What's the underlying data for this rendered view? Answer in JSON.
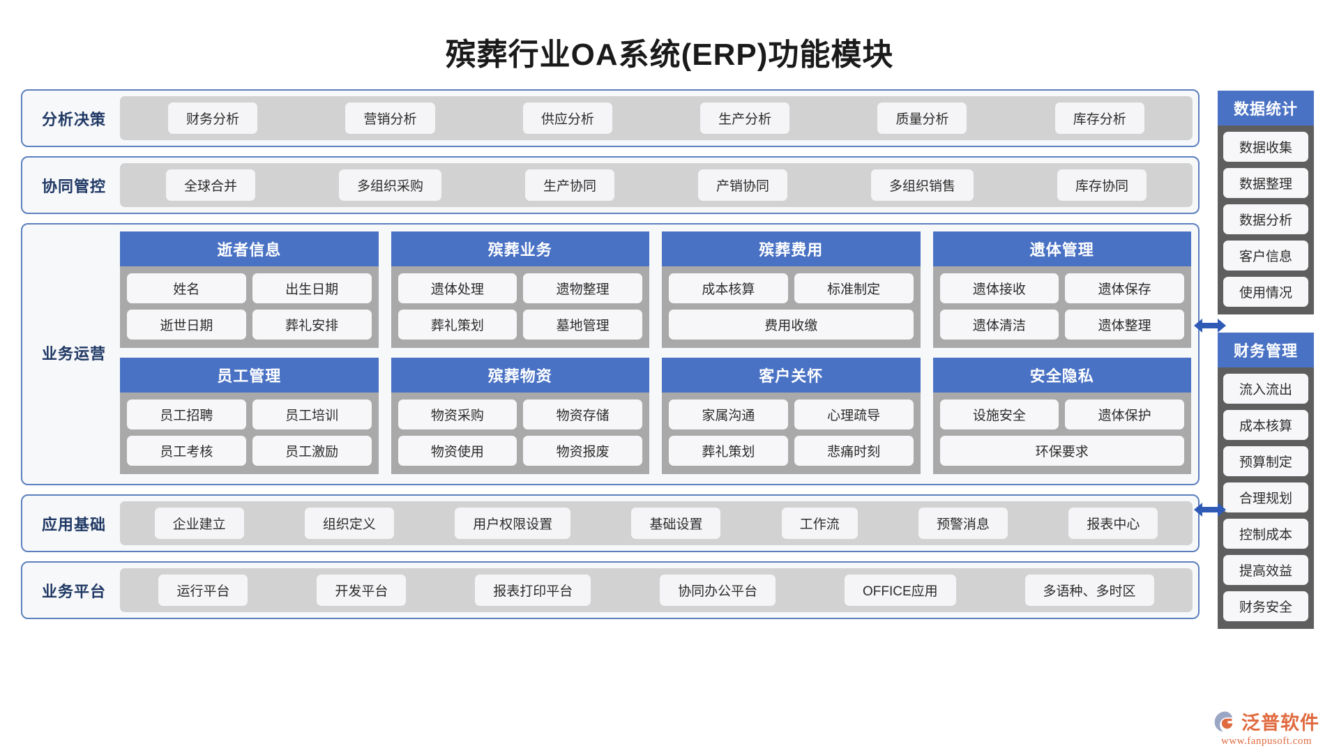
{
  "title": "殡葬行业OA系统(ERP)功能模块",
  "bands": [
    {
      "label": "分析决策",
      "items": [
        "财务分析",
        "营销分析",
        "供应分析",
        "生产分析",
        "质量分析",
        "库存分析"
      ]
    },
    {
      "label": "协同管控",
      "items": [
        "全球合并",
        "多组织采购",
        "生产协同",
        "产销协同",
        "多组织销售",
        "库存协同"
      ]
    }
  ],
  "business": {
    "label": "业务运营",
    "cards": [
      {
        "head": "逝者信息",
        "items": [
          "姓名",
          "出生日期",
          "逝世日期",
          "葬礼安排"
        ]
      },
      {
        "head": "殡葬业务",
        "items": [
          "遗体处理",
          "遗物整理",
          "葬礼策划",
          "墓地管理"
        ]
      },
      {
        "head": "殡葬费用",
        "items": [
          "成本核算",
          "标准制定",
          "费用收缴"
        ]
      },
      {
        "head": "遗体管理",
        "items": [
          "遗体接收",
          "遗体保存",
          "遗体清洁",
          "遗体整理"
        ]
      },
      {
        "head": "员工管理",
        "items": [
          "员工招聘",
          "员工培训",
          "员工考核",
          "员工激励"
        ]
      },
      {
        "head": "殡葬物资",
        "items": [
          "物资采购",
          "物资存储",
          "物资使用",
          "物资报废"
        ]
      },
      {
        "head": "客户关怀",
        "items": [
          "家属沟通",
          "心理疏导",
          "葬礼策划",
          "悲痛时刻"
        ]
      },
      {
        "head": "安全隐私",
        "items": [
          "设施安全",
          "遗体保护",
          "环保要求"
        ]
      }
    ]
  },
  "bottom_bands": [
    {
      "label": "应用基础",
      "items": [
        "企业建立",
        "组织定义",
        "用户权限设置",
        "基础设置",
        "工作流",
        "预警消息",
        "报表中心"
      ]
    },
    {
      "label": "业务平台",
      "items": [
        "运行平台",
        "开发平台",
        "报表打印平台",
        "协同办公平台",
        "OFFICE应用",
        "多语种、多时区"
      ]
    }
  ],
  "sidebar": {
    "panels": [
      {
        "head": "数据统计",
        "items": [
          "数据收集",
          "数据整理",
          "数据分析",
          "客户信息",
          "使用情况"
        ]
      },
      {
        "head": "财务管理",
        "items": [
          "流入流出",
          "成本核算",
          "预算制定",
          "合理规划",
          "控制成本",
          "提高效益",
          "财务安全"
        ]
      }
    ]
  },
  "logo": {
    "name": "泛普软件",
    "url": "www.fanpusoft.com"
  },
  "colors": {
    "accent_blue": "#4a72c4",
    "border_blue": "#5b7fbe",
    "label_navy": "#1f3864",
    "band_gray": "#d2d2d2",
    "card_gray": "#a9a9a9",
    "panel_gray": "#5e5e5e",
    "logo_orange": "#e06a3f"
  }
}
